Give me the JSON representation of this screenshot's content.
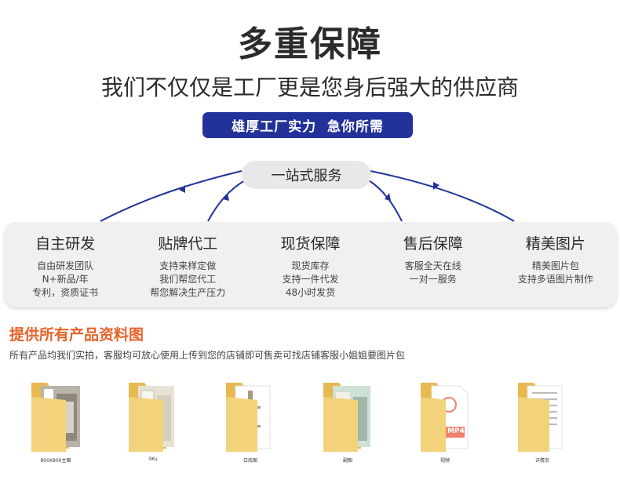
{
  "header": {
    "title": "多重保障",
    "subtitle": "我们不仅仅是工厂更是您身后强大的供应商",
    "badge": "雄厚工厂实力  急你所需"
  },
  "service": {
    "label": "一站式服务"
  },
  "features": [
    {
      "title": "自主研发",
      "lines": [
        "自由研发团队",
        "N+新品/年",
        "专利，资质证书"
      ]
    },
    {
      "title": "贴牌代工",
      "lines": [
        "支持来样定做",
        "我们帮您代工",
        "帮您解决生产压力"
      ]
    },
    {
      "title": "现货保障",
      "lines": [
        "现货库存",
        "支持一件代发",
        "48小时发货"
      ]
    },
    {
      "title": "售后保障",
      "lines": [
        "客服全天在线",
        "一对一服务"
      ]
    },
    {
      "title": "精美图片",
      "lines": [
        "精美图片包",
        "支持多语图片制作"
      ]
    }
  ],
  "images_section": {
    "title": "提供所有产品资料图",
    "description": "所有产品均我们实拍，客服均可放心使用上传到您的店铺即可售卖可找店铺客服小姐姐要图片包"
  },
  "folders": [
    {
      "label": "800X800主图",
      "kind": "photo"
    },
    {
      "label": "SKu",
      "kind": "photo"
    },
    {
      "label": "白底图",
      "kind": "white"
    },
    {
      "label": "副图",
      "kind": "photo"
    },
    {
      "label": "视频",
      "kind": "video",
      "badge": "MP4"
    },
    {
      "label": "详情页",
      "kind": "doc"
    }
  ],
  "colors": {
    "accent_blue": "#22329a",
    "accent_orange": "#e8612a",
    "folder": "#f3d27c"
  }
}
